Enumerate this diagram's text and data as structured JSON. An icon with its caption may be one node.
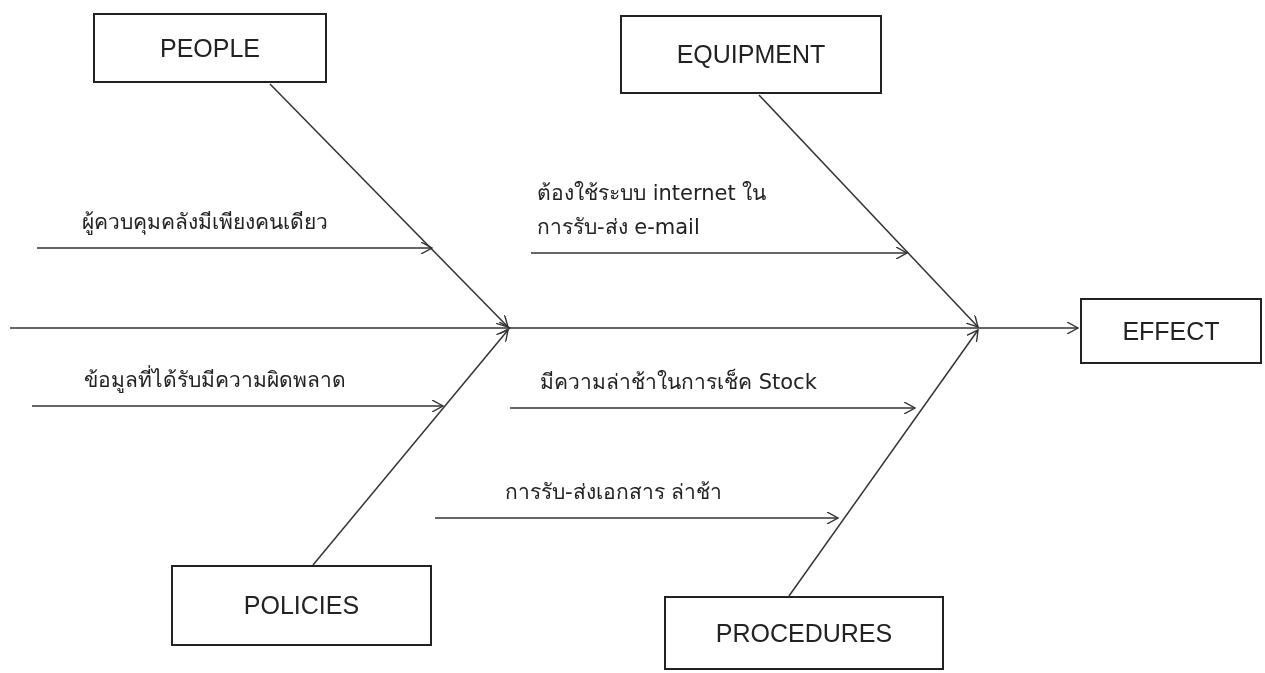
{
  "diagram": {
    "nodes": [
      {
        "text": [
          "PEOPLE"
        ]
      },
      {
        "text": [
          "EQUIPMENT"
        ]
      },
      {
        "text": [
          "ต้องใช้ระบบ internet ใน การรับ-ส่ง e-mail"
        ]
      },
      {
        "text": [
          "ผู้ควบคุมคลังมีเพียงคนเดียว"
        ]
      },
      {
        "text": [
          "EFFECT"
        ]
      },
      {
        "text": [
          "ข้อมูลที่ได้รับมีความผิดพลาด"
        ]
      },
      {
        "text": [
          "มีความล่าช้าในการเช็ค Stock"
        ]
      },
      {
        "text": [
          "การรับ-ส่งเอกสาร ล่าช้า"
        ]
      },
      {
        "text": [
          "POLICIES"
        ]
      },
      {
        "text": [
          "PROCEDURES"
        ]
      }
    ],
    "edges": [
      {
        "from": 0,
        "to": null,
        "arrow": "to"
      },
      {
        "from": 1,
        "to": null,
        "arrow": "to"
      },
      {
        "from": 8,
        "to": null,
        "arrow": "to"
      },
      {
        "from": 9,
        "to": null,
        "arrow": "to"
      },
      {
        "from": null,
        "to": 4,
        "arrow": "to"
      },
      {
        "from": 3,
        "to": null,
        "arrow": "to"
      },
      {
        "from": 2,
        "to": null,
        "arrow": "to"
      },
      {
        "from": 5,
        "to": null,
        "arrow": "to"
      },
      {
        "from": 6,
        "to": null,
        "arrow": "to"
      },
      {
        "from": 7,
        "to": null,
        "arrow": "to"
      }
    ]
  }
}
